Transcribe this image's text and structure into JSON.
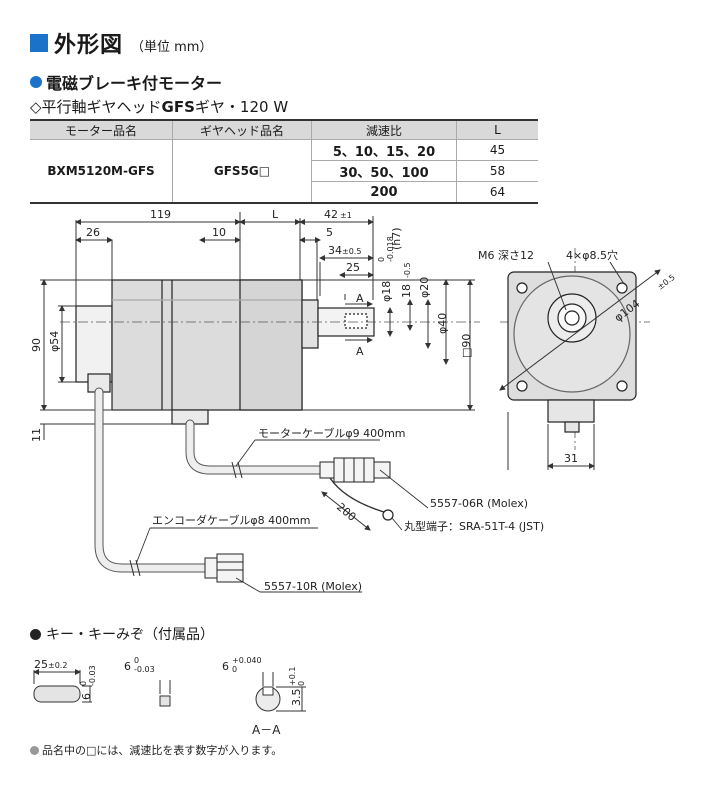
{
  "header": {
    "title": "外形図",
    "unit": "（単位 mm）"
  },
  "section": {
    "title": "電磁ブレーキ付モーター"
  },
  "subsection": {
    "prefix": "◇平行軸ギヤヘッド",
    "bold": "GFS",
    "suffix": "ギヤ・120 W"
  },
  "table": {
    "headers": [
      "モーター品名",
      "ギヤヘッド品名",
      "減速比",
      "L"
    ],
    "motor": "BXM5120M-GFS",
    "gearhead": "GFS5G□",
    "rows": [
      {
        "ratio": "5、10、15、20",
        "L": "45"
      },
      {
        "ratio": "30、50、100",
        "L": "58"
      },
      {
        "ratio": "200",
        "L": "64"
      }
    ]
  },
  "drawing": {
    "dims": {
      "d119": "119",
      "dL": "L",
      "d42": "42",
      "d42tol": "±1",
      "d26": "26",
      "d10": "10",
      "d5": "5",
      "d34": "34",
      "d34tol": "±0.5",
      "d25": "25",
      "d90": "90",
      "d54": "φ54",
      "d11": "11",
      "d18": "φ18",
      "d18tol_up": "0",
      "d18tol_low": "-0.018",
      "d18fit": "(h7)",
      "d18b": "18",
      "d18btol": "-0.5",
      "d20": "φ20",
      "d40": "φ40",
      "sq90": "□90",
      "d200": "200",
      "d31": "31",
      "sectionA": "A"
    },
    "labels": {
      "m6": "M6 深さ12",
      "holes": "4×φ8.5穴",
      "pcd": "φ104",
      "pcdtol": "±0.5",
      "motor_cable": "モーターケーブルφ9 400mm",
      "encoder_cable": "エンコーダケーブルφ8 400mm",
      "conn_motor": "5557-06R (Molex)",
      "terminal": "丸型端子：SRA-51T-4 (JST)",
      "conn_enc": "5557-10R (Molex)"
    }
  },
  "key": {
    "title": "キー・キーみぞ（付属品）",
    "d25": "25",
    "d25tol": "±0.2",
    "d6v": "6",
    "d6vtol_up": "0",
    "d6vtol_low": "-0.03",
    "d6h": "6",
    "d6htol_up": "0",
    "d6htol_low": "-0.03",
    "d6s": "6",
    "d6stol_up": "+0.040",
    "d6stol_low": "0",
    "d35": "3.5",
    "d35tol_up": "+0.1",
    "d35tol_low": "0",
    "aa": "A－A"
  },
  "footnote": "品名中の□には、減速比を表す数字が入ります。"
}
